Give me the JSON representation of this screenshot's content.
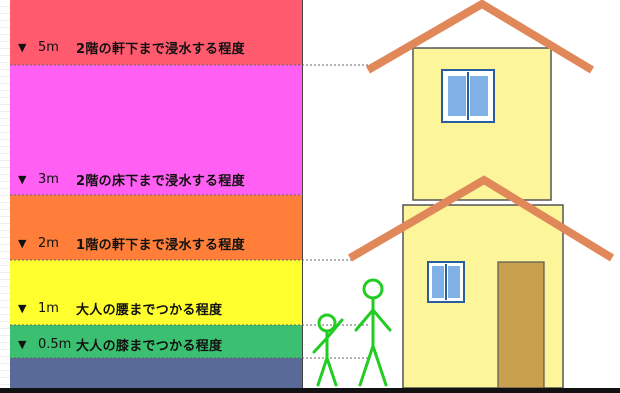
{
  "levels": [
    {
      "depth": "5m",
      "description": "2階の軒下まで浸水する程度"
    },
    {
      "depth": "3m",
      "description": "2階の床下まで浸水する程度"
    },
    {
      "depth": "2m",
      "description": "1階の軒下まで浸水する程度"
    },
    {
      "depth": "1m",
      "description": "大人の腰までつかる程度"
    },
    {
      "depth": "0.5m",
      "description": "大人の膝までつかる程度"
    }
  ],
  "marker": "▼",
  "colors": {
    "band_5m": "#ff5a6e",
    "band_3m": "#ff5ff2",
    "band_2m": "#ff7f3a",
    "band_1m": "#ffff2e",
    "band_05m": "#3ac070",
    "band_base": "#5a6a98",
    "house_wall": "#fdf59a",
    "roof": "#e0885a",
    "window_frame": "#2a5f9f",
    "door": "#c9a04e",
    "person": "#22cc22"
  }
}
